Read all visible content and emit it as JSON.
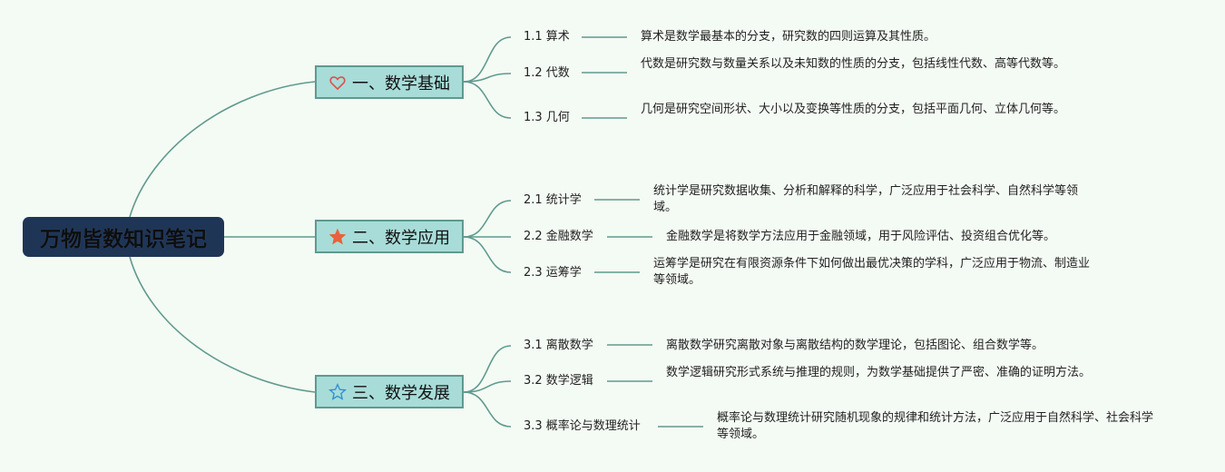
{
  "root": {
    "title": "万物皆数知识笔记"
  },
  "colors": {
    "line": "#5f9a8f",
    "root_bg": "#1f3556",
    "branch_bg": "#a8dcd8"
  },
  "branches": [
    {
      "title": "一、数学基础",
      "icon": "heart-icon",
      "items": [
        {
          "label": "1.1 算术",
          "desc": "算术是数学最基本的分支，研究数的四则运算及其性质。"
        },
        {
          "label": "1.2 代数",
          "desc": "代数是研究数与数量关系以及未知数的性质的分支，包括线性代数、高等代数等。"
        },
        {
          "label": "1.3 几何",
          "desc": "几何是研究空间形状、大小以及变换等性质的分支，包括平面几何、立体几何等。"
        }
      ]
    },
    {
      "title": "二、数学应用",
      "icon": "star-filled-icon",
      "items": [
        {
          "label": "2.1 统计学",
          "desc": "统计学是研究数据收集、分析和解释的科学，广泛应用于社会科学、自然科学等领域。"
        },
        {
          "label": "2.2 金融数学",
          "desc": "金融数学是将数学方法应用于金融领域，用于风险评估、投资组合优化等。"
        },
        {
          "label": "2.3 运筹学",
          "desc": "运筹学是研究在有限资源条件下如何做出最优决策的学科，广泛应用于物流、制造业等领域。"
        }
      ]
    },
    {
      "title": "三、数学发展",
      "icon": "star-outline-icon",
      "items": [
        {
          "label": "3.1 离散数学",
          "desc": "离散数学研究离散对象与离散结构的数学理论，包括图论、组合数学等。"
        },
        {
          "label": "3.2 数学逻辑",
          "desc": "数学逻辑研究形式系统与推理的规则，为数学基础提供了严密、准确的证明方法。"
        },
        {
          "label": "3.3 概率论与数理统计",
          "desc": "概率论与数理统计研究随机现象的规律和统计方法，广泛应用于自然科学、社会科学等领域。"
        }
      ]
    }
  ]
}
